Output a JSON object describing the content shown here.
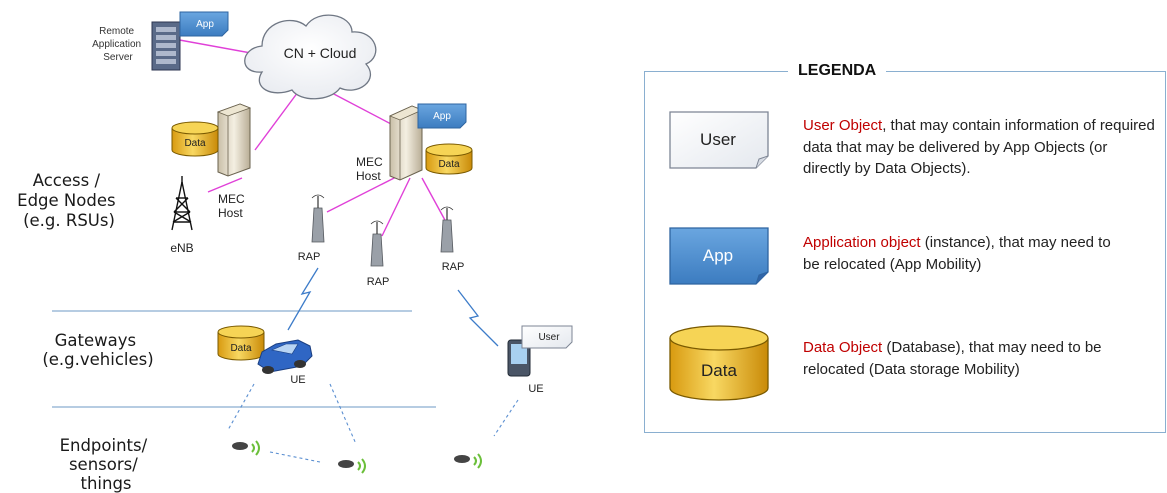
{
  "network": {
    "cloud_label": "CN + Cloud",
    "remote_server_lines": [
      "Remote",
      "Application",
      "Server"
    ],
    "app_label": "App",
    "data_label": "Data",
    "user_label": "User",
    "mec_host_left_lines": [
      "MEC",
      "Host"
    ],
    "mec_host_right_lines": [
      "MEC",
      "Host"
    ],
    "enb_label": "eNB",
    "rap_label": "RAP",
    "ue_label": "UE"
  },
  "tiers": {
    "access_lines": [
      "Access /",
      "Edge Nodes",
      "(e.g. RSUs)"
    ],
    "gateways_lines": [
      "Gateways",
      "(e.g.vehicles)"
    ],
    "endpoints_lines": [
      "Endpoints/",
      "sensors/",
      "things"
    ]
  },
  "legend": {
    "title": "LEGENDA",
    "user": {
      "shape_label": "User",
      "highlight": "User Object",
      "rest": ", that may contain information of required data that may be delivered by App Objects (or directly by Data Objects)."
    },
    "app": {
      "shape_label": "App",
      "highlight": "Application object",
      "rest": " (instance), that may need to be relocated (App Mobility)"
    },
    "data": {
      "shape_label": "Data",
      "highlight": "Data Object",
      "rest": " (Database), that may need to be relocated (Data storage Mobility)"
    }
  },
  "colors": {
    "link": "#e040d8",
    "app_fill": "#4f8fd0",
    "data_fill": "#f0c030",
    "legend_highlight": "#c00000",
    "legend_border": "#8aafd0",
    "tier_line": "#9dbcd8",
    "wireless": "#3d7cc9"
  }
}
